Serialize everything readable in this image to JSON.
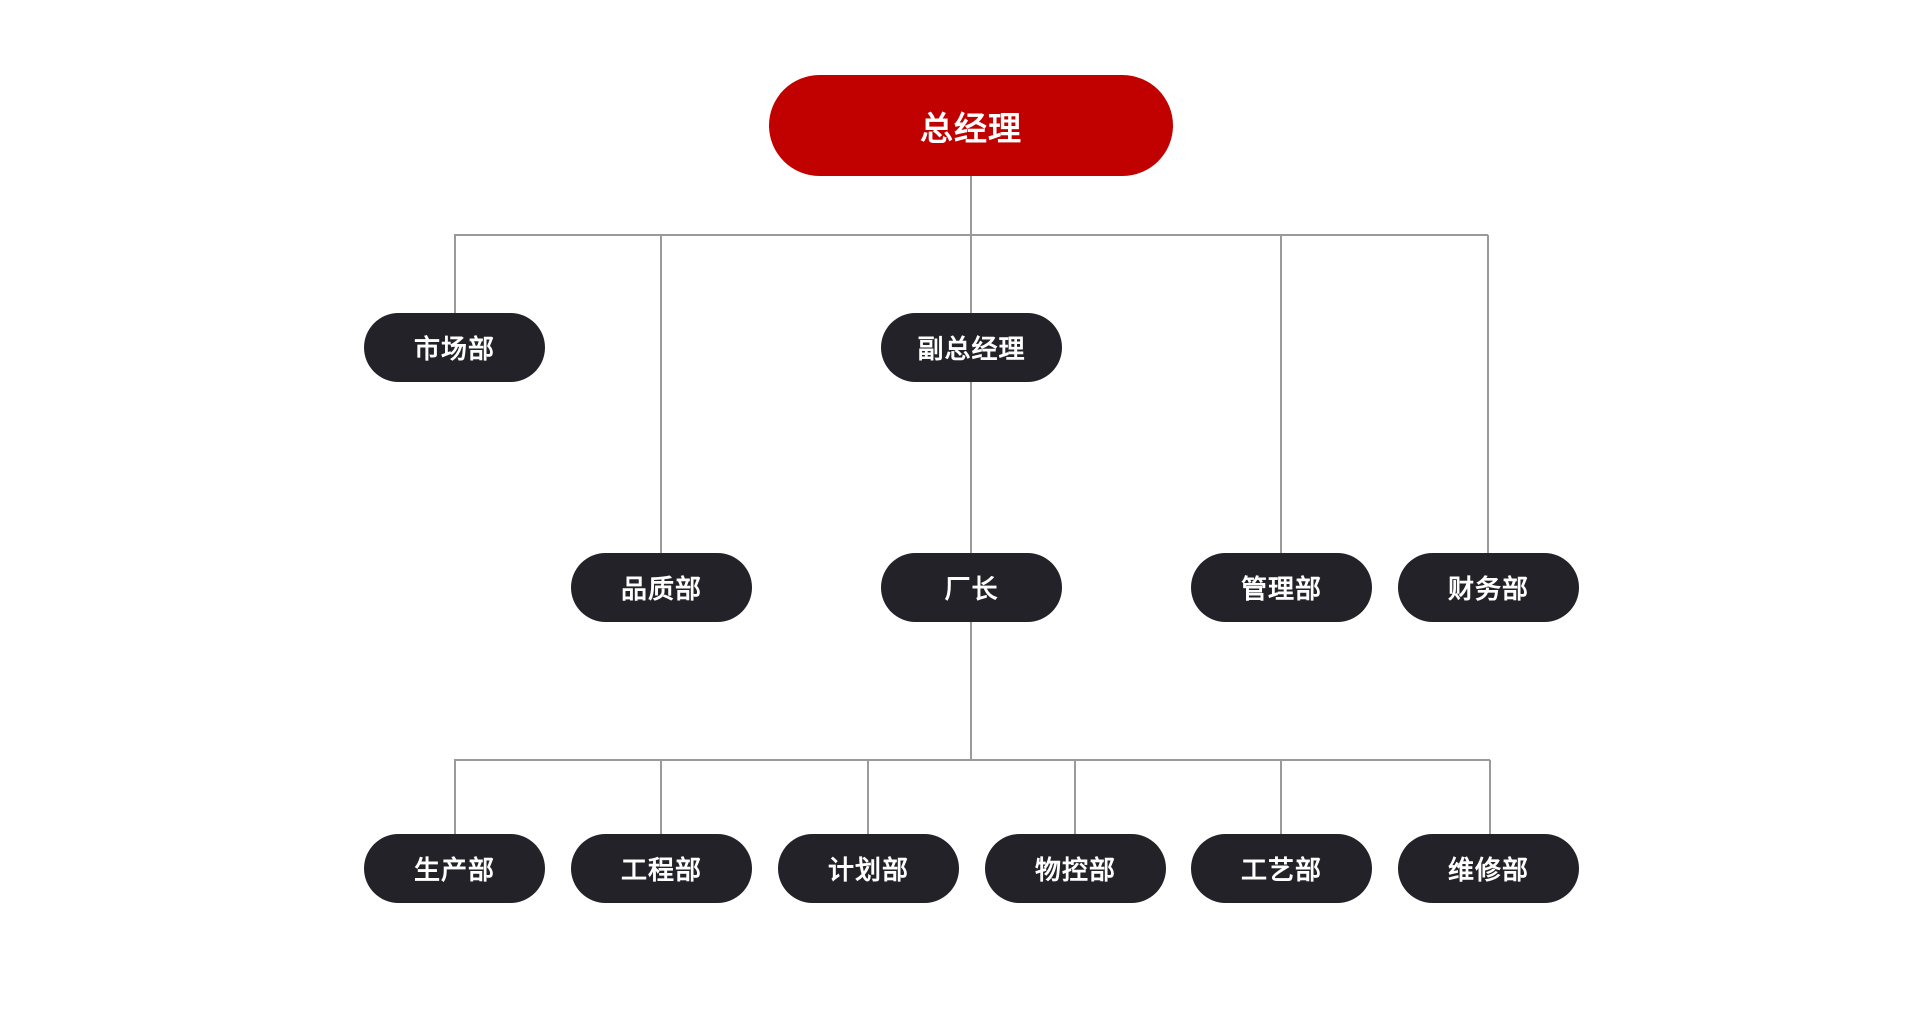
{
  "diagram": {
    "colors": {
      "root_fill": "#c10000",
      "node_fill": "#232228",
      "text": "#ffffff",
      "connector": "#9a9a9a"
    },
    "root": {
      "label": "总经理"
    },
    "level1": {
      "market": "市场部",
      "deputy_gm": "副总经理"
    },
    "level2": {
      "quality": "品质部",
      "factory_director": "厂长",
      "management": "管理部",
      "finance": "财务部"
    },
    "level3": {
      "production": "生产部",
      "engineering": "工程部",
      "planning": "计划部",
      "material_control": "物控部",
      "process": "工艺部",
      "maintenance": "维修部"
    },
    "relations": [
      [
        "总经理",
        "市场部"
      ],
      [
        "总经理",
        "品质部"
      ],
      [
        "总经理",
        "副总经理"
      ],
      [
        "总经理",
        "管理部"
      ],
      [
        "总经理",
        "财务部"
      ],
      [
        "副总经理",
        "厂长"
      ],
      [
        "厂长",
        "生产部"
      ],
      [
        "厂长",
        "工程部"
      ],
      [
        "厂长",
        "计划部"
      ],
      [
        "厂长",
        "物控部"
      ],
      [
        "厂长",
        "工艺部"
      ],
      [
        "厂长",
        "维修部"
      ]
    ]
  }
}
